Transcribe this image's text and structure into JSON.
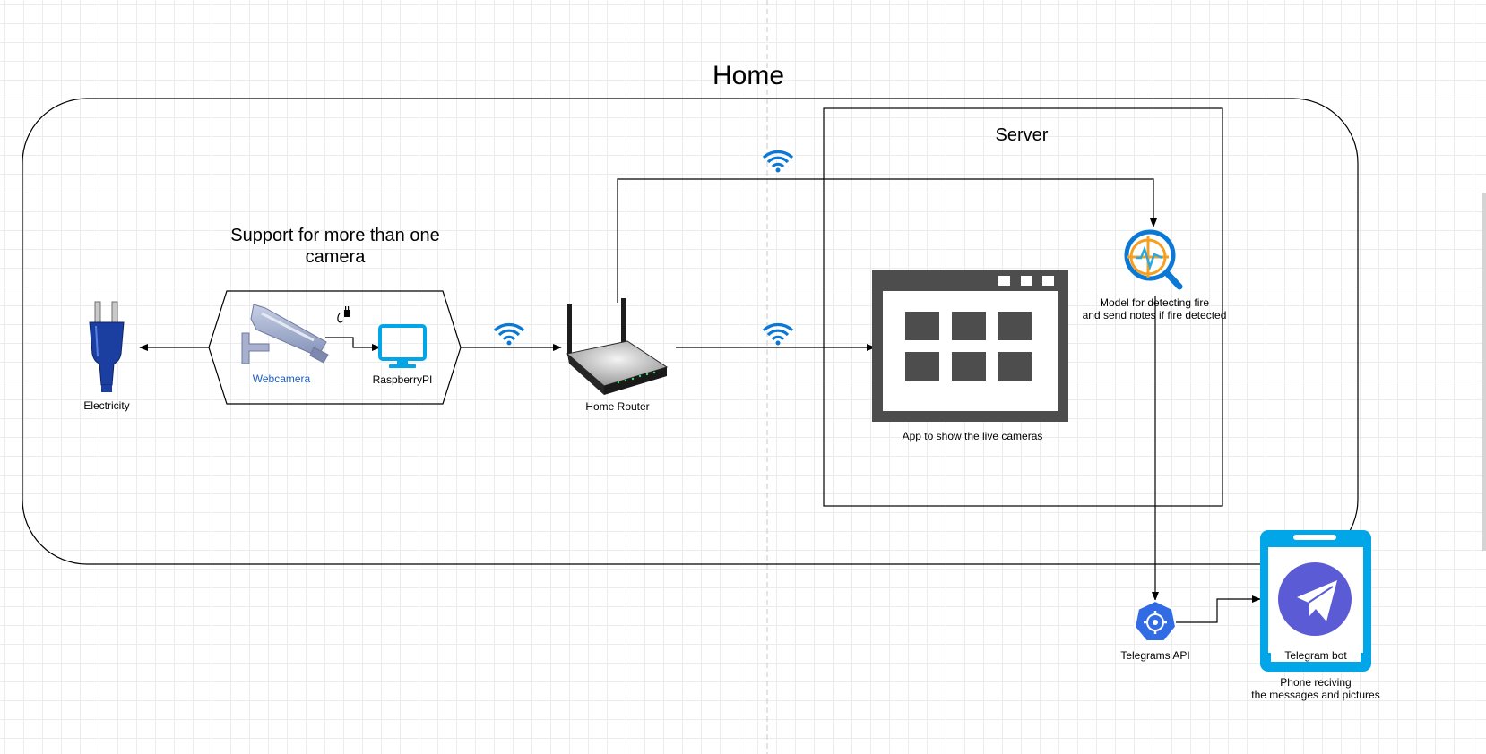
{
  "diagram": {
    "title": "Home",
    "server_label": "Server",
    "camera_group_label": "Support for more than one\ncamera",
    "nodes": {
      "electricity": "Electricity",
      "webcamera": "Webcamera",
      "raspberry": "RaspberryPI",
      "router": "Home Router",
      "app": "App to show the live cameras",
      "model": "Model for detecting fire\nand send notes if fire detected",
      "telegram_api": "Telegrams API",
      "telegram_bot": "Telegram bot",
      "phone": "Phone reciving\nthe messages and pictures"
    },
    "icons": {
      "electricity": "power-plug-icon",
      "webcamera": "security-camera-icon",
      "raspberry": "monitor-icon",
      "router": "router-icon",
      "app": "app-window-icon",
      "model": "anomaly-detector-icon",
      "telegram_api": "api-gear-icon",
      "phone": "telegram-phone-icon",
      "wifi": "wifi-icon"
    },
    "colors": {
      "accent_blue": "#0a78d4",
      "cyan": "#00a6e8",
      "dark_gray": "#4d4d4d",
      "telegram_purple": "#5b5bd6",
      "webcam_text": "#1e5fc0",
      "plug_blue": "#1b3fa0"
    }
  }
}
